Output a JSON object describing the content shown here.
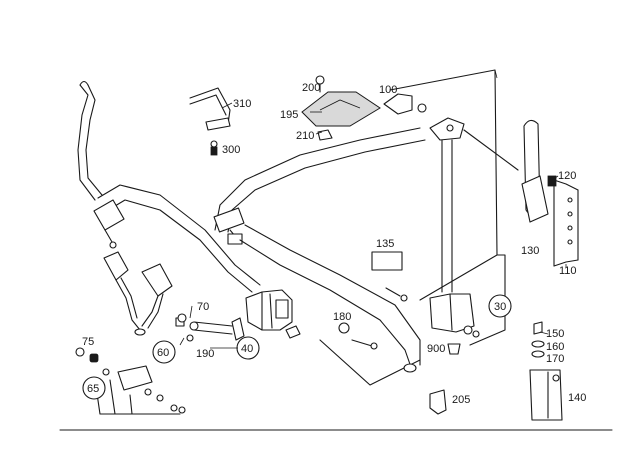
{
  "labels": {
    "l310": "310",
    "l300": "300",
    "l200": "200",
    "l195": "195",
    "l210": "210",
    "l100": "100",
    "l120": "120",
    "l130": "130",
    "l110": "110",
    "l135": "135",
    "l30": "30",
    "l70": "70",
    "l180": "180",
    "l900": "900",
    "l150": "150",
    "l160": "160",
    "l170": "170",
    "l75": "75",
    "l60": "60",
    "l190": "190",
    "l40": "40",
    "l65": "65",
    "l205": "205",
    "l140": "140"
  }
}
